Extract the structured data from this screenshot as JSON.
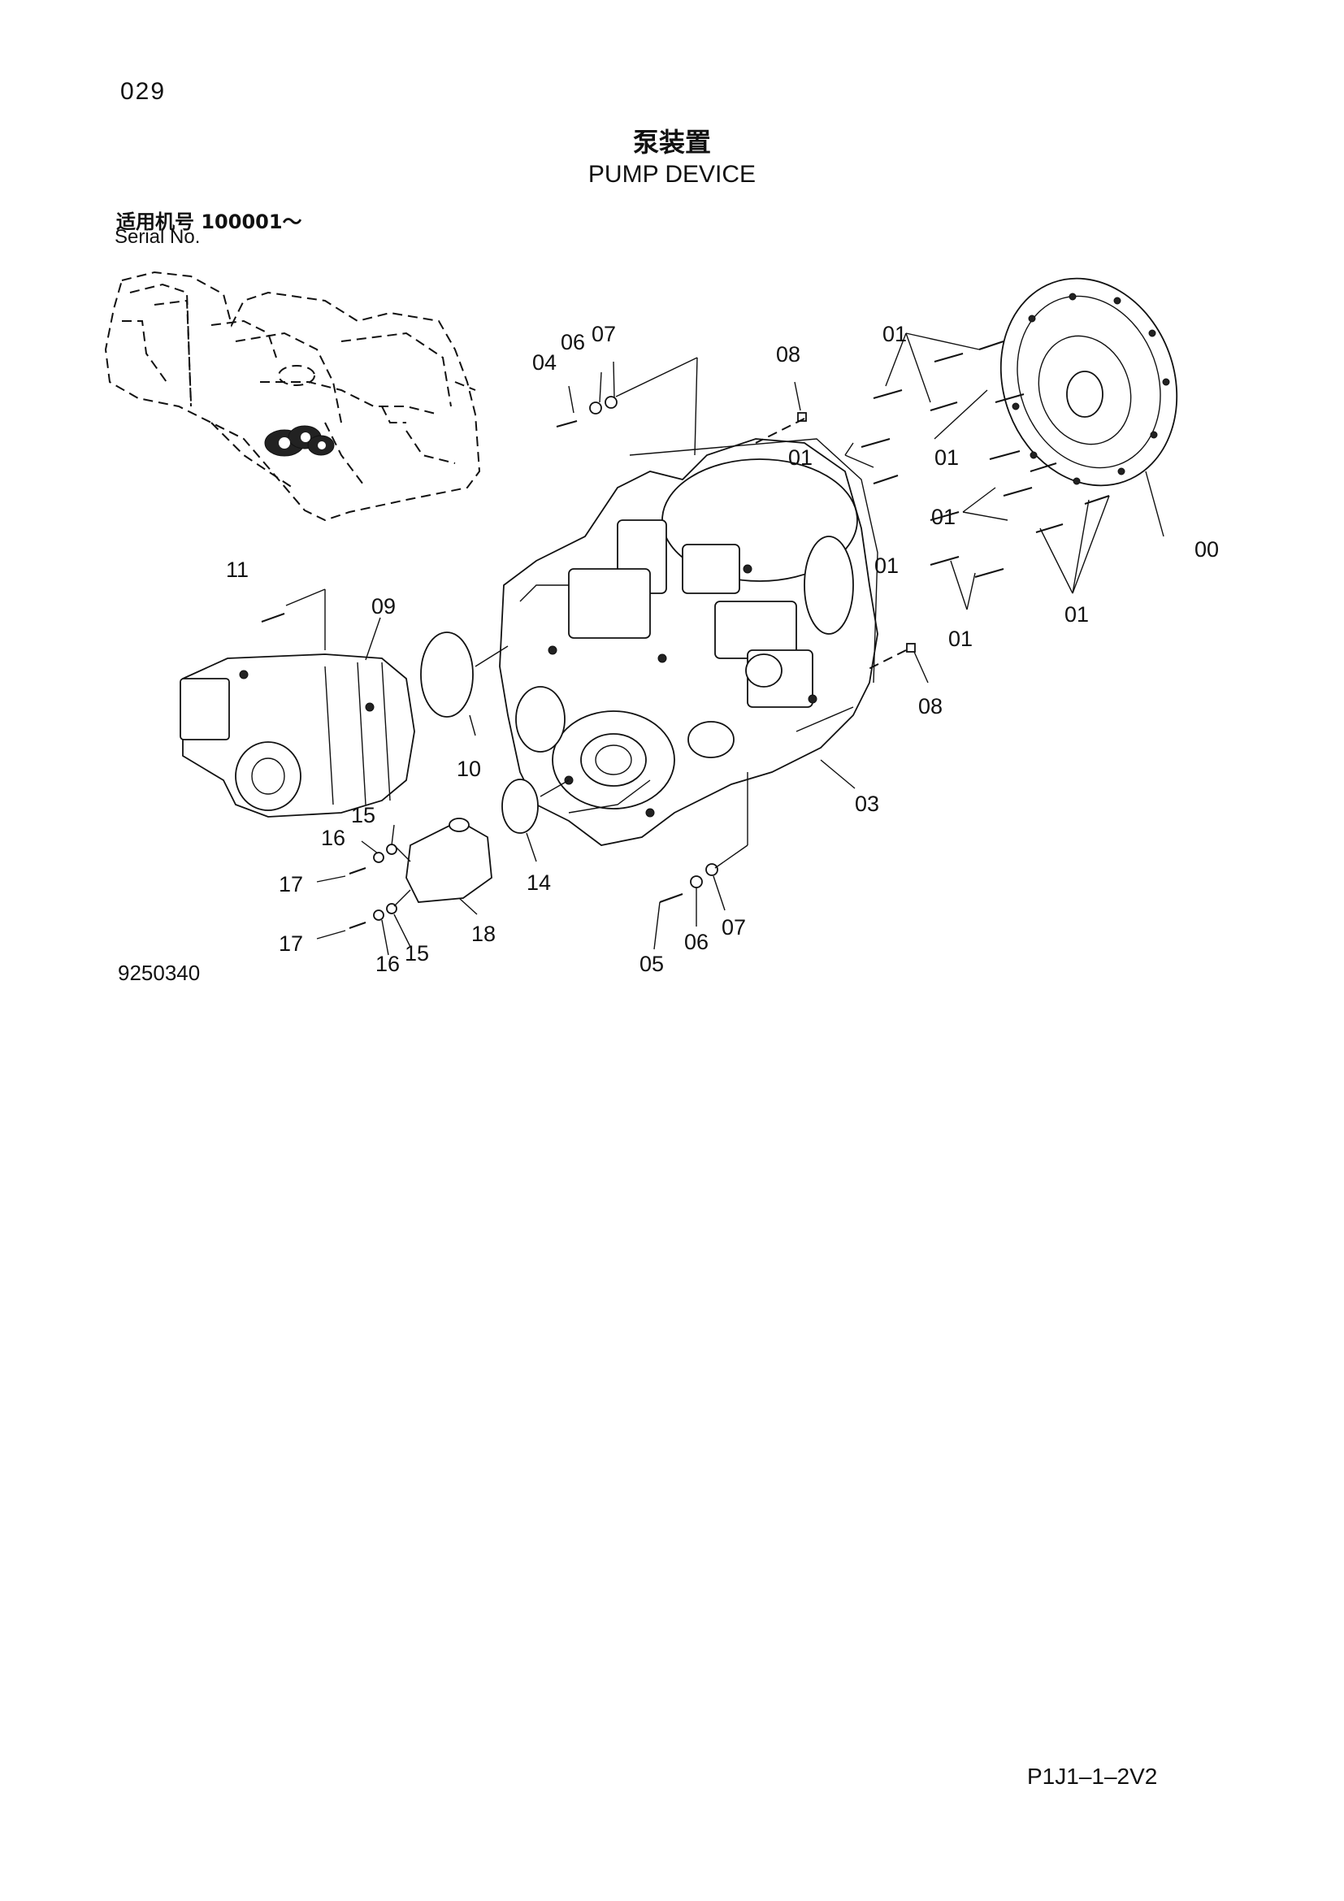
{
  "page": {
    "number": "029",
    "title_cn": "泵装置",
    "title_en": "PUMP DEVICE",
    "serial_cn": "适用机号  100001～",
    "serial_en": "Serial No.",
    "figure_id": "9250340",
    "page_code": "P1J1–1–2V2"
  },
  "callouts": {
    "c00": "00",
    "c01a": "01",
    "c01b": "01",
    "c01c": "01",
    "c01d": "01",
    "c01e": "01",
    "c01f": "01",
    "c01g": "01",
    "c03": "03",
    "c04": "04",
    "c05": "05",
    "c06a": "06",
    "c06b": "06",
    "c07a": "07",
    "c07b": "07",
    "c08a": "08",
    "c08b": "08",
    "c09": "09",
    "c10": "10",
    "c11": "11",
    "c14": "14",
    "c15a": "15",
    "c15b": "15",
    "c16a": "16",
    "c16b": "16",
    "c17a": "17",
    "c17b": "17",
    "c18": "18"
  }
}
